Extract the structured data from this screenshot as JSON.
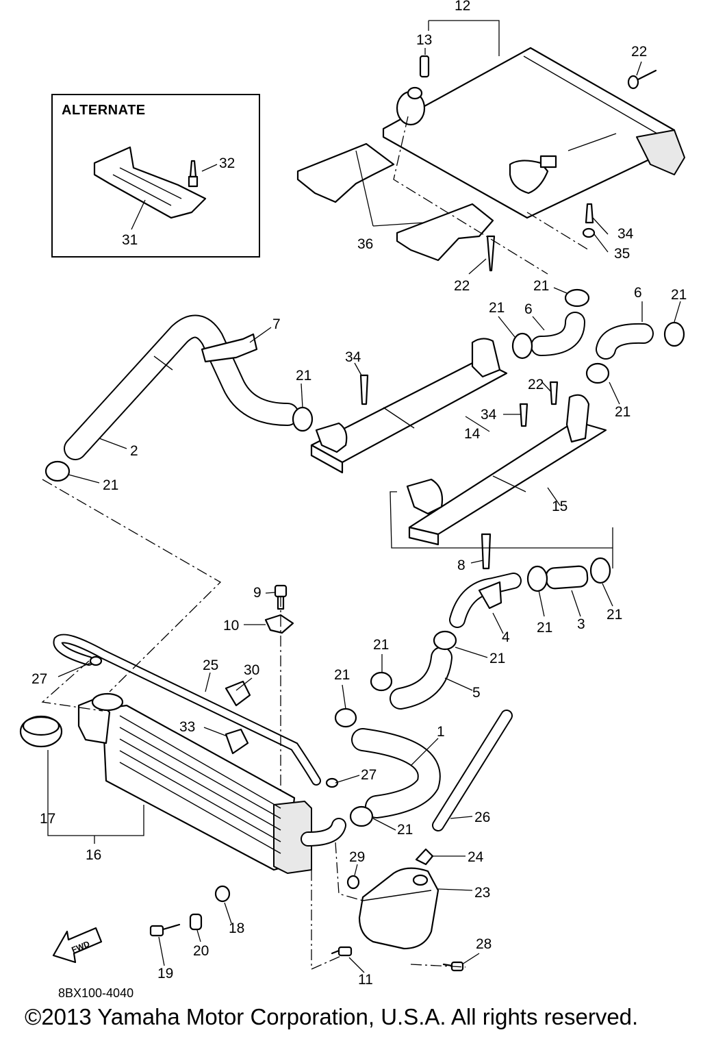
{
  "alternate_title": "ALTERNATE",
  "figure_code": "8BX100-4040",
  "copyright": "©2013 Yamaha Motor Corporation, U.S.A. All rights reserved.",
  "fwd_label": "FWD",
  "callouts": [
    "1",
    "2",
    "3",
    "4",
    "5",
    "6",
    "7",
    "8",
    "9",
    "10",
    "11",
    "12",
    "13",
    "14",
    "15",
    "16",
    "17",
    "18",
    "19",
    "20",
    "21",
    "22",
    "23",
    "24",
    "25",
    "26",
    "27",
    "28",
    "29",
    "30",
    "31",
    "32",
    "33",
    "34",
    "35",
    "36"
  ],
  "ref_labels": {
    "n1": "1",
    "n2": "2",
    "n3": "3",
    "n4": "4",
    "n5": "5",
    "n6": "6",
    "n7": "7",
    "n8": "8",
    "n9": "9",
    "n10": "10",
    "n11": "11",
    "n12": "12",
    "n13": "13",
    "n14": "14",
    "n15": "15",
    "n16": "16",
    "n17": "17",
    "n18": "18",
    "n19": "19",
    "n20": "20",
    "n21": "21",
    "n22": "22",
    "n23": "23",
    "n24": "24",
    "n25": "25",
    "n26": "26",
    "n27": "27",
    "n28": "28",
    "n29": "29",
    "n30": "30",
    "n31": "31",
    "n32": "32",
    "n33": "33",
    "n34": "34",
    "n35": "35",
    "n36": "36"
  }
}
